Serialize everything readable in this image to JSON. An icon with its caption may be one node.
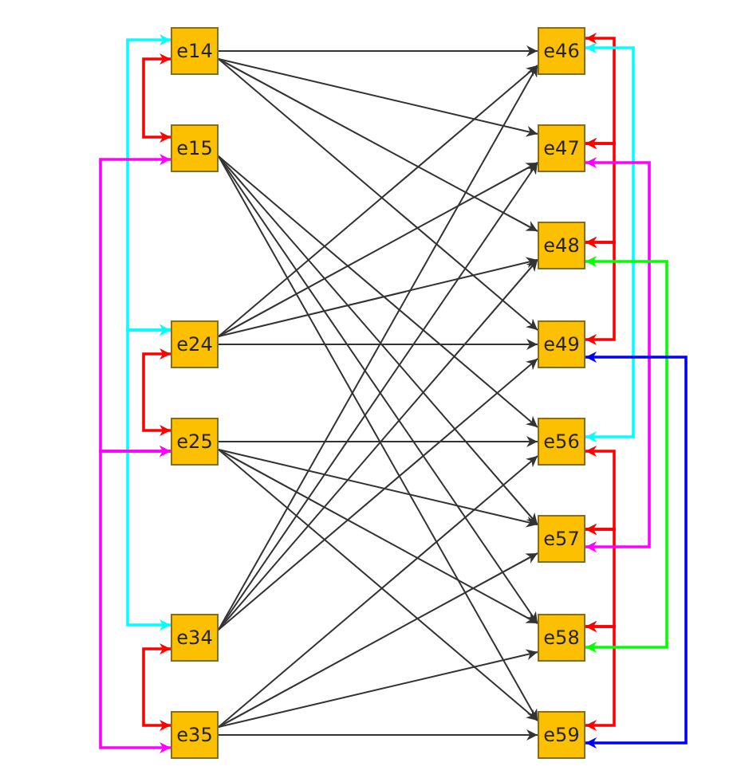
{
  "diagram": {
    "nodes": [
      {
        "text": [
          "e14"
        ]
      },
      {
        "text": [
          "e15"
        ]
      },
      {
        "text": [
          "e24"
        ]
      },
      {
        "text": [
          "e25"
        ]
      },
      {
        "text": [
          "e34"
        ]
      },
      {
        "text": [
          "e35"
        ]
      },
      {
        "text": [
          "e46"
        ]
      },
      {
        "text": [
          "e47"
        ]
      },
      {
        "text": [
          "e48"
        ]
      },
      {
        "text": [
          "e49"
        ]
      },
      {
        "text": [
          "e56"
        ]
      },
      {
        "text": [
          "e57"
        ]
      },
      {
        "text": [
          "e58"
        ]
      },
      {
        "text": [
          "e59"
        ]
      }
    ],
    "edges": [
      {
        "from": 0,
        "to": 6,
        "arrow": "to"
      },
      {
        "from": 0,
        "to": 7,
        "arrow": "to"
      },
      {
        "from": 0,
        "to": 8,
        "arrow": "to"
      },
      {
        "from": 0,
        "to": 9,
        "arrow": "to"
      },
      {
        "from": 1,
        "to": 10,
        "arrow": "to"
      },
      {
        "from": 1,
        "to": 11,
        "arrow": "to"
      },
      {
        "from": 1,
        "to": 12,
        "arrow": "to"
      },
      {
        "from": 1,
        "to": 13,
        "arrow": "to"
      },
      {
        "from": 2,
        "to": 6,
        "arrow": "to"
      },
      {
        "from": 2,
        "to": 7,
        "arrow": "to"
      },
      {
        "from": 2,
        "to": 8,
        "arrow": "to"
      },
      {
        "from": 2,
        "to": 9,
        "arrow": "to"
      },
      {
        "from": 3,
        "to": 10,
        "arrow": "to"
      },
      {
        "from": 3,
        "to": 11,
        "arrow": "to"
      },
      {
        "from": 3,
        "to": 12,
        "arrow": "to"
      },
      {
        "from": 3,
        "to": 13,
        "arrow": "to"
      },
      {
        "from": 4,
        "to": 6,
        "arrow": "to"
      },
      {
        "from": 4,
        "to": 7,
        "arrow": "to"
      },
      {
        "from": 4,
        "to": 8,
        "arrow": "to"
      },
      {
        "from": 4,
        "to": 9,
        "arrow": "to"
      },
      {
        "from": 5,
        "to": 10,
        "arrow": "to"
      },
      {
        "from": 5,
        "to": 11,
        "arrow": "to"
      },
      {
        "from": 5,
        "to": 12,
        "arrow": "to"
      },
      {
        "from": 5,
        "to": 13,
        "arrow": "to"
      },
      {
        "from": 0,
        "to": 1,
        "arrow": "both",
        "color": "#ff0000"
      },
      {
        "from": 2,
        "to": 3,
        "arrow": "both",
        "color": "#ff0000"
      },
      {
        "from": 4,
        "to": 5,
        "arrow": "both",
        "color": "#ff0000"
      },
      {
        "from": 0,
        "to": 2,
        "arrow": "both",
        "color": "#00ffff"
      },
      {
        "from": 2,
        "to": 4,
        "arrow": "both",
        "color": "#00ffff"
      },
      {
        "from": 1,
        "to": 3,
        "arrow": "both",
        "color": "#ff00ff"
      },
      {
        "from": 3,
        "to": 5,
        "arrow": "both",
        "color": "#ff00ff"
      },
      {
        "from": 6,
        "to": 7,
        "arrow": "both",
        "color": "#ff0000"
      },
      {
        "from": 7,
        "to": 8,
        "arrow": "both",
        "color": "#ff0000"
      },
      {
        "from": 8,
        "to": 9,
        "arrow": "both",
        "color": "#ff0000"
      },
      {
        "from": 10,
        "to": 11,
        "arrow": "both",
        "color": "#ff0000"
      },
      {
        "from": 11,
        "to": 12,
        "arrow": "both",
        "color": "#ff0000"
      },
      {
        "from": 12,
        "to": 13,
        "arrow": "both",
        "color": "#ff0000"
      },
      {
        "from": 6,
        "to": 10,
        "arrow": "both",
        "color": "#00ffff"
      },
      {
        "from": 7,
        "to": 11,
        "arrow": "both",
        "color": "#ff00ff"
      },
      {
        "from": 8,
        "to": 12,
        "arrow": "both",
        "color": "#00ff00"
      },
      {
        "from": 9,
        "to": 13,
        "arrow": "both",
        "color": "#0000ff"
      }
    ]
  }
}
